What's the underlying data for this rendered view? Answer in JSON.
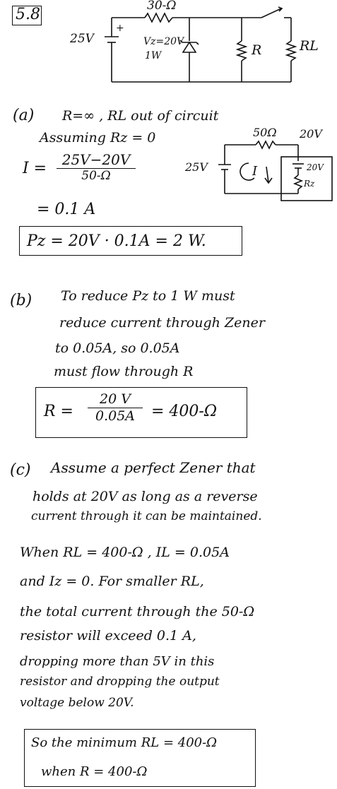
{
  "header": {
    "problem_number": "5.8"
  },
  "circuit1": {
    "top_resistor": "30-Ω",
    "source": "25V",
    "zener_spec_v": "Vz=20V",
    "zener_spec_w": "1W",
    "resistor_r": "R",
    "resistor_rl": "RL"
  },
  "part_a": {
    "label": "(a)",
    "condition": "R=∞ , RL out of circuit",
    "assumption": "Assuming Rz = 0",
    "current_lhs": "I =",
    "current_num": "25V−20V",
    "current_den": "50-Ω",
    "current_result": "= 0.1 A",
    "power_result": "Pz = 20V · 0.1A = 2 W."
  },
  "circuit2": {
    "resistor": "50Ω",
    "node_voltage": "20V",
    "source": "25V",
    "current": "I",
    "zener_voltage": "20V",
    "zener_res": "Rz"
  },
  "part_b": {
    "label": "(b)",
    "line1": "To reduce Pz to 1 W must",
    "line2": "reduce current through Zener",
    "line3": "to 0.05A, so 0.05A",
    "line4": "must flow through R",
    "r_lhs": "R =",
    "r_num": "20 V",
    "r_den": "0.05A",
    "r_result": "= 400-Ω"
  },
  "part_c": {
    "label": "(c)",
    "line1": "Assume a perfect Zener that",
    "line2": "holds at 20V as long as a reverse",
    "line3": "current through it can be maintained.",
    "line4": "When RL = 400-Ω , IL = 0.05A",
    "line5": "and Iz = 0.  For smaller RL,",
    "line6": "the total current through the 50-Ω",
    "line7": "resistor will exceed 0.1 A,",
    "line8": "dropping more than 5V in this",
    "line9": "resistor and dropping the output",
    "line10": "voltage below 20V.",
    "conclusion1": "So the minimum RL = 400-Ω",
    "conclusion2": "when R = 400-Ω"
  }
}
